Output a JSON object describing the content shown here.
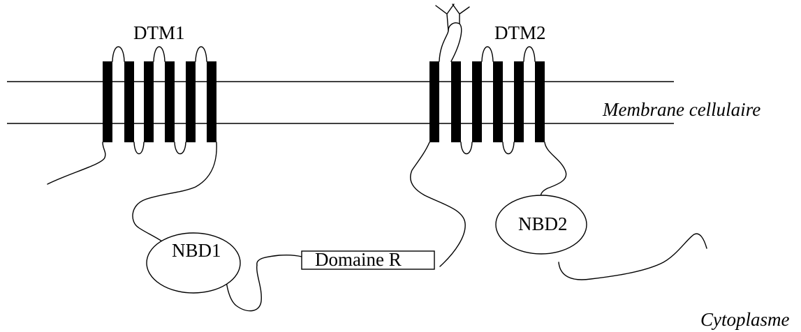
{
  "labels": {
    "dtm1": "DTM1",
    "dtm2": "DTM2",
    "membrane": "Membrane cellulaire",
    "nbd1": "NBD1",
    "nbd2": "NBD2",
    "domaine_r": "Domaine R",
    "cytoplasme": "Cytoplasme"
  },
  "colors": {
    "stroke": "#000000",
    "background": "#ffffff"
  }
}
